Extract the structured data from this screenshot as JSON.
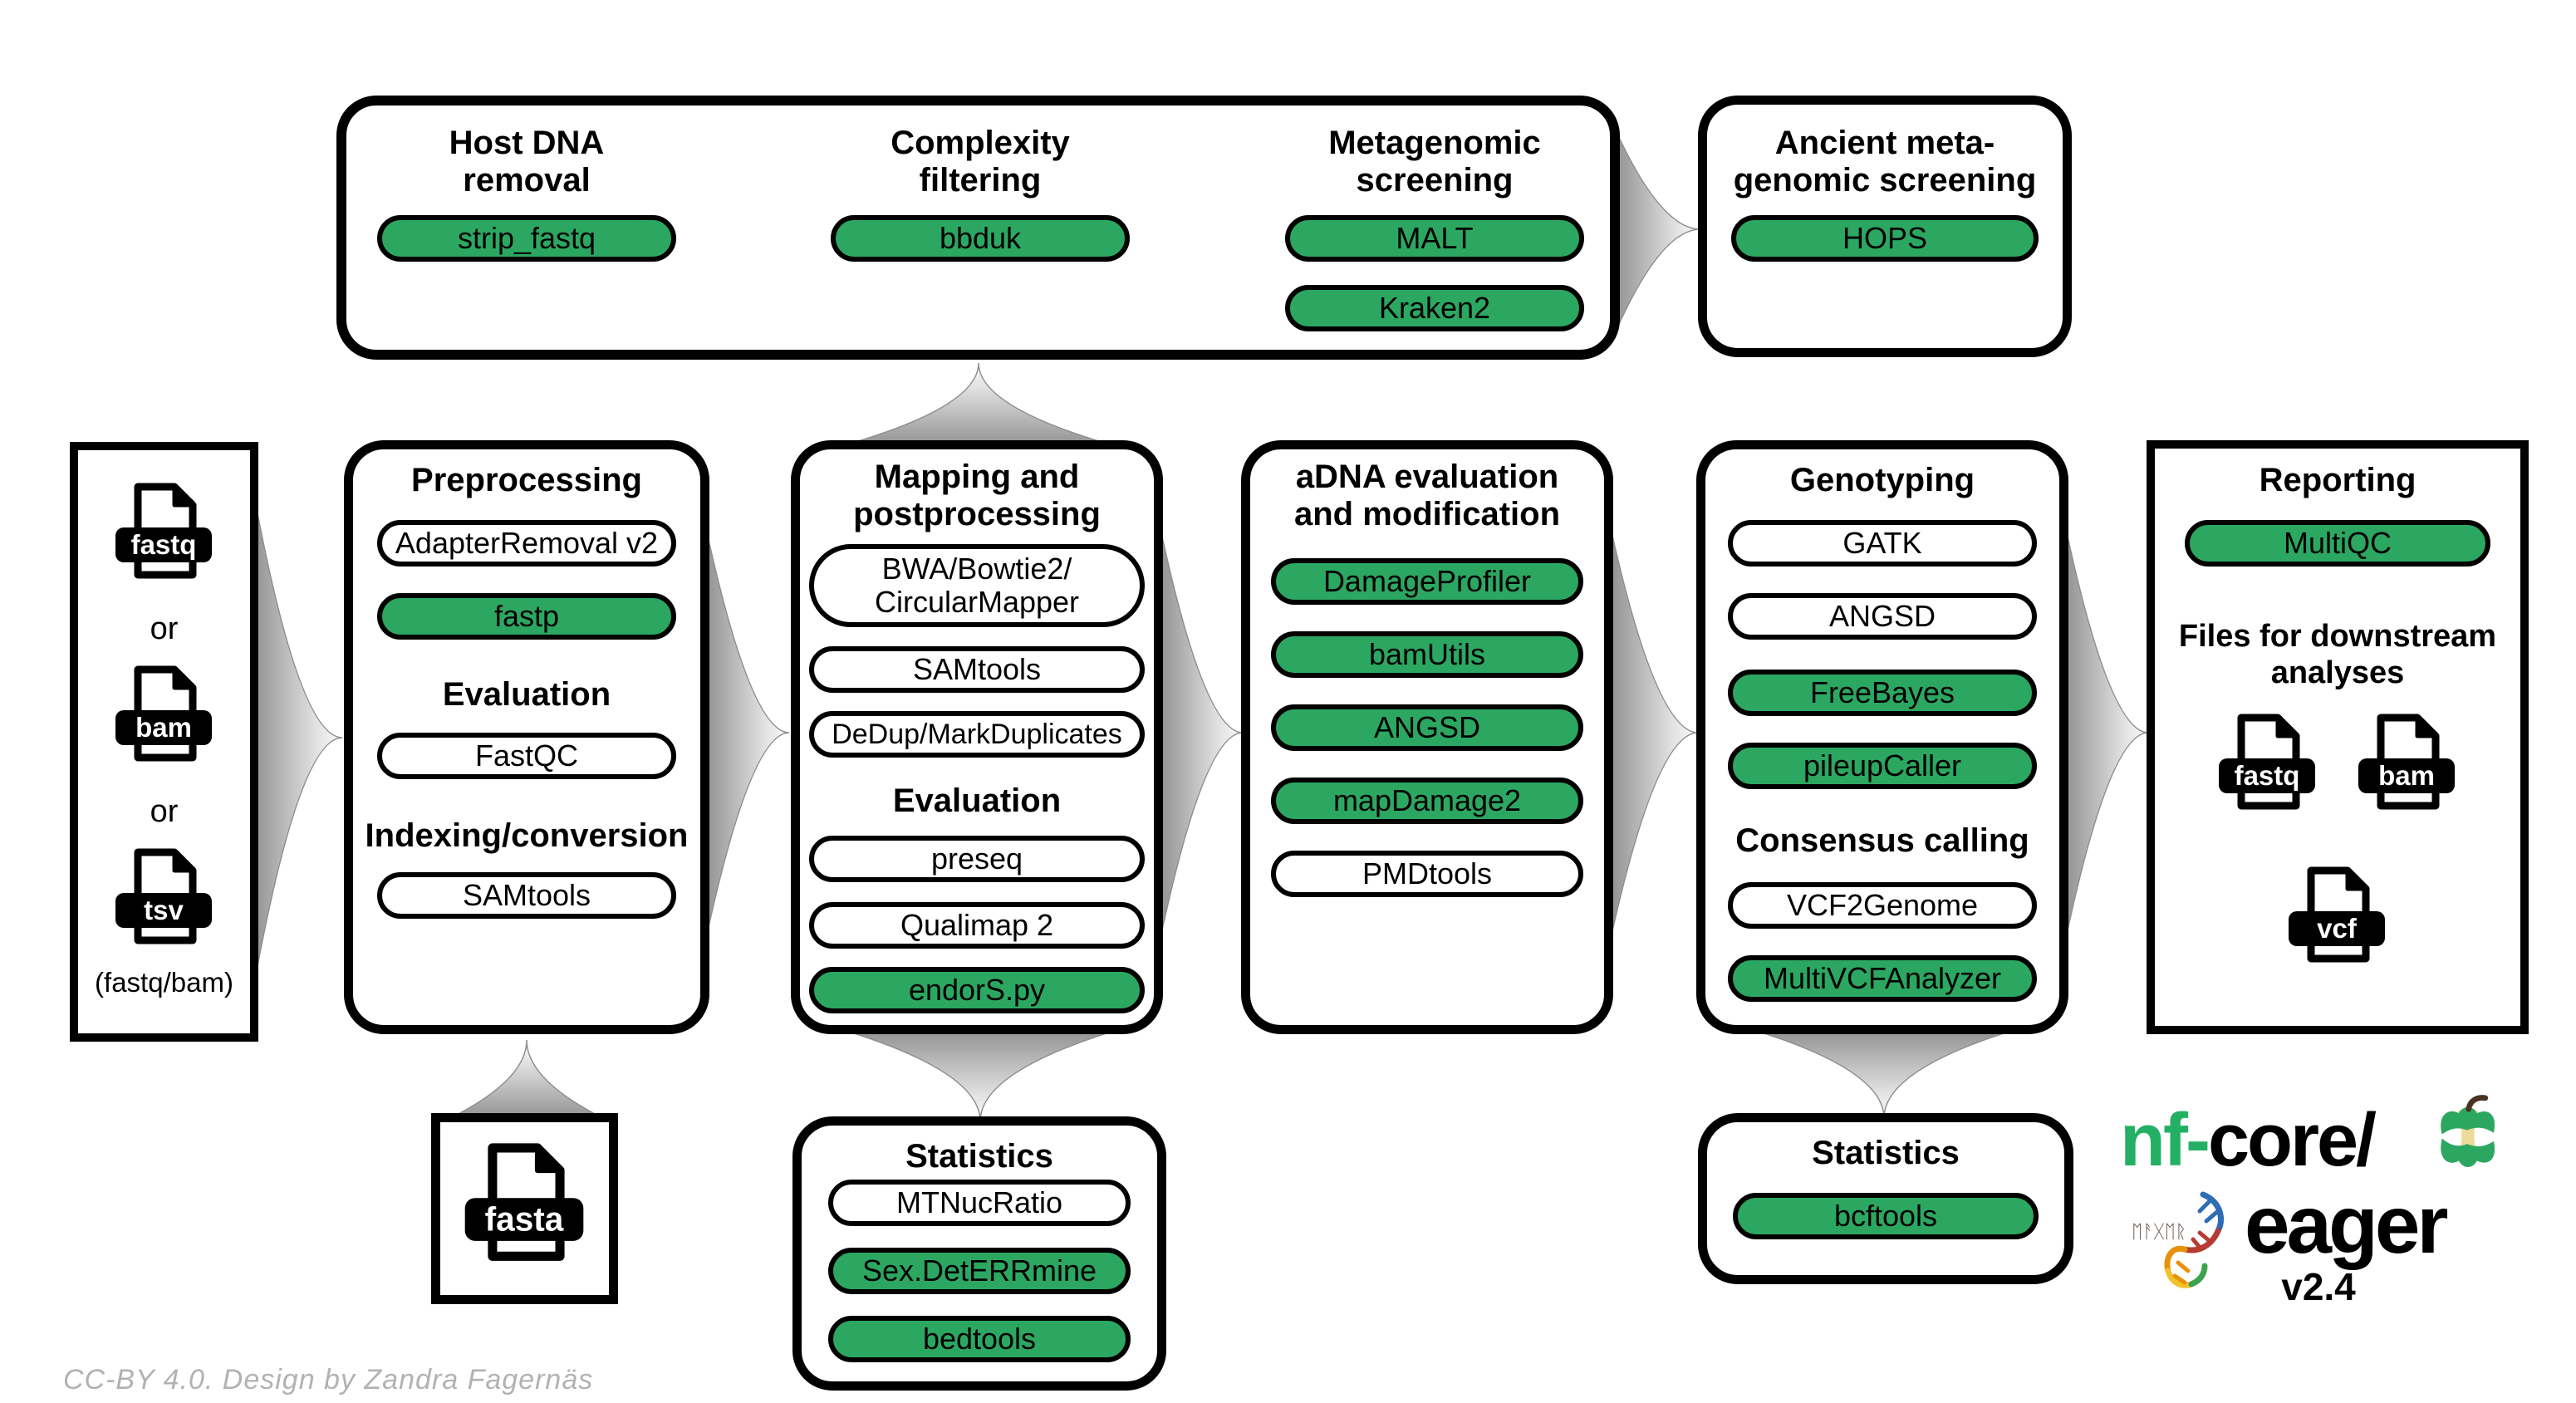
{
  "colors": {
    "tool_default_green": "#2CA761",
    "tool_optional_white": "#FFFFFF",
    "outline_black": "#000000",
    "arrow_gray_base": "#8E8E8E",
    "arrow_gray_tip": "#FBFBFB",
    "brand_green": "#24B064",
    "apple_cream": "#EDDB9A",
    "stem_brown": "#4A3222",
    "credit_gray": "#B2B2B2"
  },
  "top_box": {
    "columns": [
      {
        "heading_lines": [
          "Host DNA",
          "removal"
        ],
        "tools": [
          {
            "label": "strip_fastq",
            "green": true
          }
        ]
      },
      {
        "heading_lines": [
          "Complexity",
          "filtering"
        ],
        "tools": [
          {
            "label": "bbduk",
            "green": true
          }
        ]
      },
      {
        "heading_lines": [
          "Metagenomic",
          "screening"
        ],
        "tools": [
          {
            "label": "MALT",
            "green": true
          },
          {
            "label": "Kraken2",
            "green": true
          }
        ]
      }
    ]
  },
  "ancient_box": {
    "heading_lines": [
      "Ancient meta-",
      "genomic screening"
    ],
    "tools": [
      {
        "label": "HOPS",
        "green": true
      }
    ]
  },
  "input_box": {
    "file_icons": [
      "fastq",
      "bam",
      "tsv"
    ],
    "or_label": "or",
    "caption": "(fastq/bam)"
  },
  "preprocessing": {
    "title": "Preprocessing",
    "tools": [
      {
        "label": "AdapterRemoval v2",
        "green": false
      },
      {
        "label": "fastp",
        "green": true
      }
    ],
    "evaluation_title": "Evaluation",
    "evaluation_tools": [
      {
        "label": "FastQC",
        "green": false
      }
    ],
    "indexing_title": "Indexing/conversion",
    "indexing_tools": [
      {
        "label": "SAMtools",
        "green": false
      }
    ]
  },
  "mapping": {
    "title_lines": [
      "Mapping and",
      "postprocessing"
    ],
    "tools": [
      {
        "label_lines": [
          "BWA/Bowtie2/",
          "CircularMapper"
        ],
        "green": false
      },
      {
        "label": "SAMtools",
        "green": false
      },
      {
        "label": "DeDup/MarkDuplicates",
        "green": false
      }
    ],
    "evaluation_title": "Evaluation",
    "evaluation_tools": [
      {
        "label": "preseq",
        "green": false
      },
      {
        "label": "Qualimap 2",
        "green": false
      },
      {
        "label": "endorS.py",
        "green": true
      }
    ]
  },
  "adna": {
    "title_lines": [
      "aDNA evaluation",
      "and modification"
    ],
    "tools": [
      {
        "label": "DamageProfiler",
        "green": true
      },
      {
        "label": "bamUtils",
        "green": true
      },
      {
        "label": "ANGSD",
        "green": true
      },
      {
        "label": "mapDamage2",
        "green": true
      },
      {
        "label": "PMDtools",
        "green": false
      }
    ]
  },
  "genotyping": {
    "title": "Genotyping",
    "tools": [
      {
        "label": "GATK",
        "green": false
      },
      {
        "label": "ANGSD",
        "green": false
      },
      {
        "label": "FreeBayes",
        "green": true
      },
      {
        "label": "pileupCaller",
        "green": true
      }
    ],
    "consensus_title": "Consensus calling",
    "consensus_tools": [
      {
        "label": "VCF2Genome",
        "green": false
      },
      {
        "label": "MultiVCFAnalyzer",
        "green": true
      }
    ]
  },
  "reporting": {
    "title": "Reporting",
    "tools": [
      {
        "label": "MultiQC",
        "green": true
      }
    ],
    "files_heading_lines": [
      "Files for downstream",
      "analyses"
    ],
    "file_icons": [
      "fastq",
      "bam",
      "vcf"
    ]
  },
  "fasta_box": {
    "file_icon": "fasta"
  },
  "stats_mapping": {
    "title": "Statistics",
    "tools": [
      {
        "label": "MTNucRatio",
        "green": false
      },
      {
        "label": "Sex.DetERRmine",
        "green": true
      },
      {
        "label": "bedtools",
        "green": true
      }
    ]
  },
  "stats_genotyping": {
    "title": "Statistics",
    "tools": [
      {
        "label": "bcftools",
        "green": true
      }
    ]
  },
  "logo": {
    "brand_prefix": "nf",
    "brand_dash": "-",
    "brand_suffix": "core/",
    "pipeline_name": "eager",
    "version": "v2.4",
    "runes": "ᛖᚨᚷᛖᚱ"
  },
  "credit": "CC-BY 4.0. Design by Zandra Fagernäs"
}
